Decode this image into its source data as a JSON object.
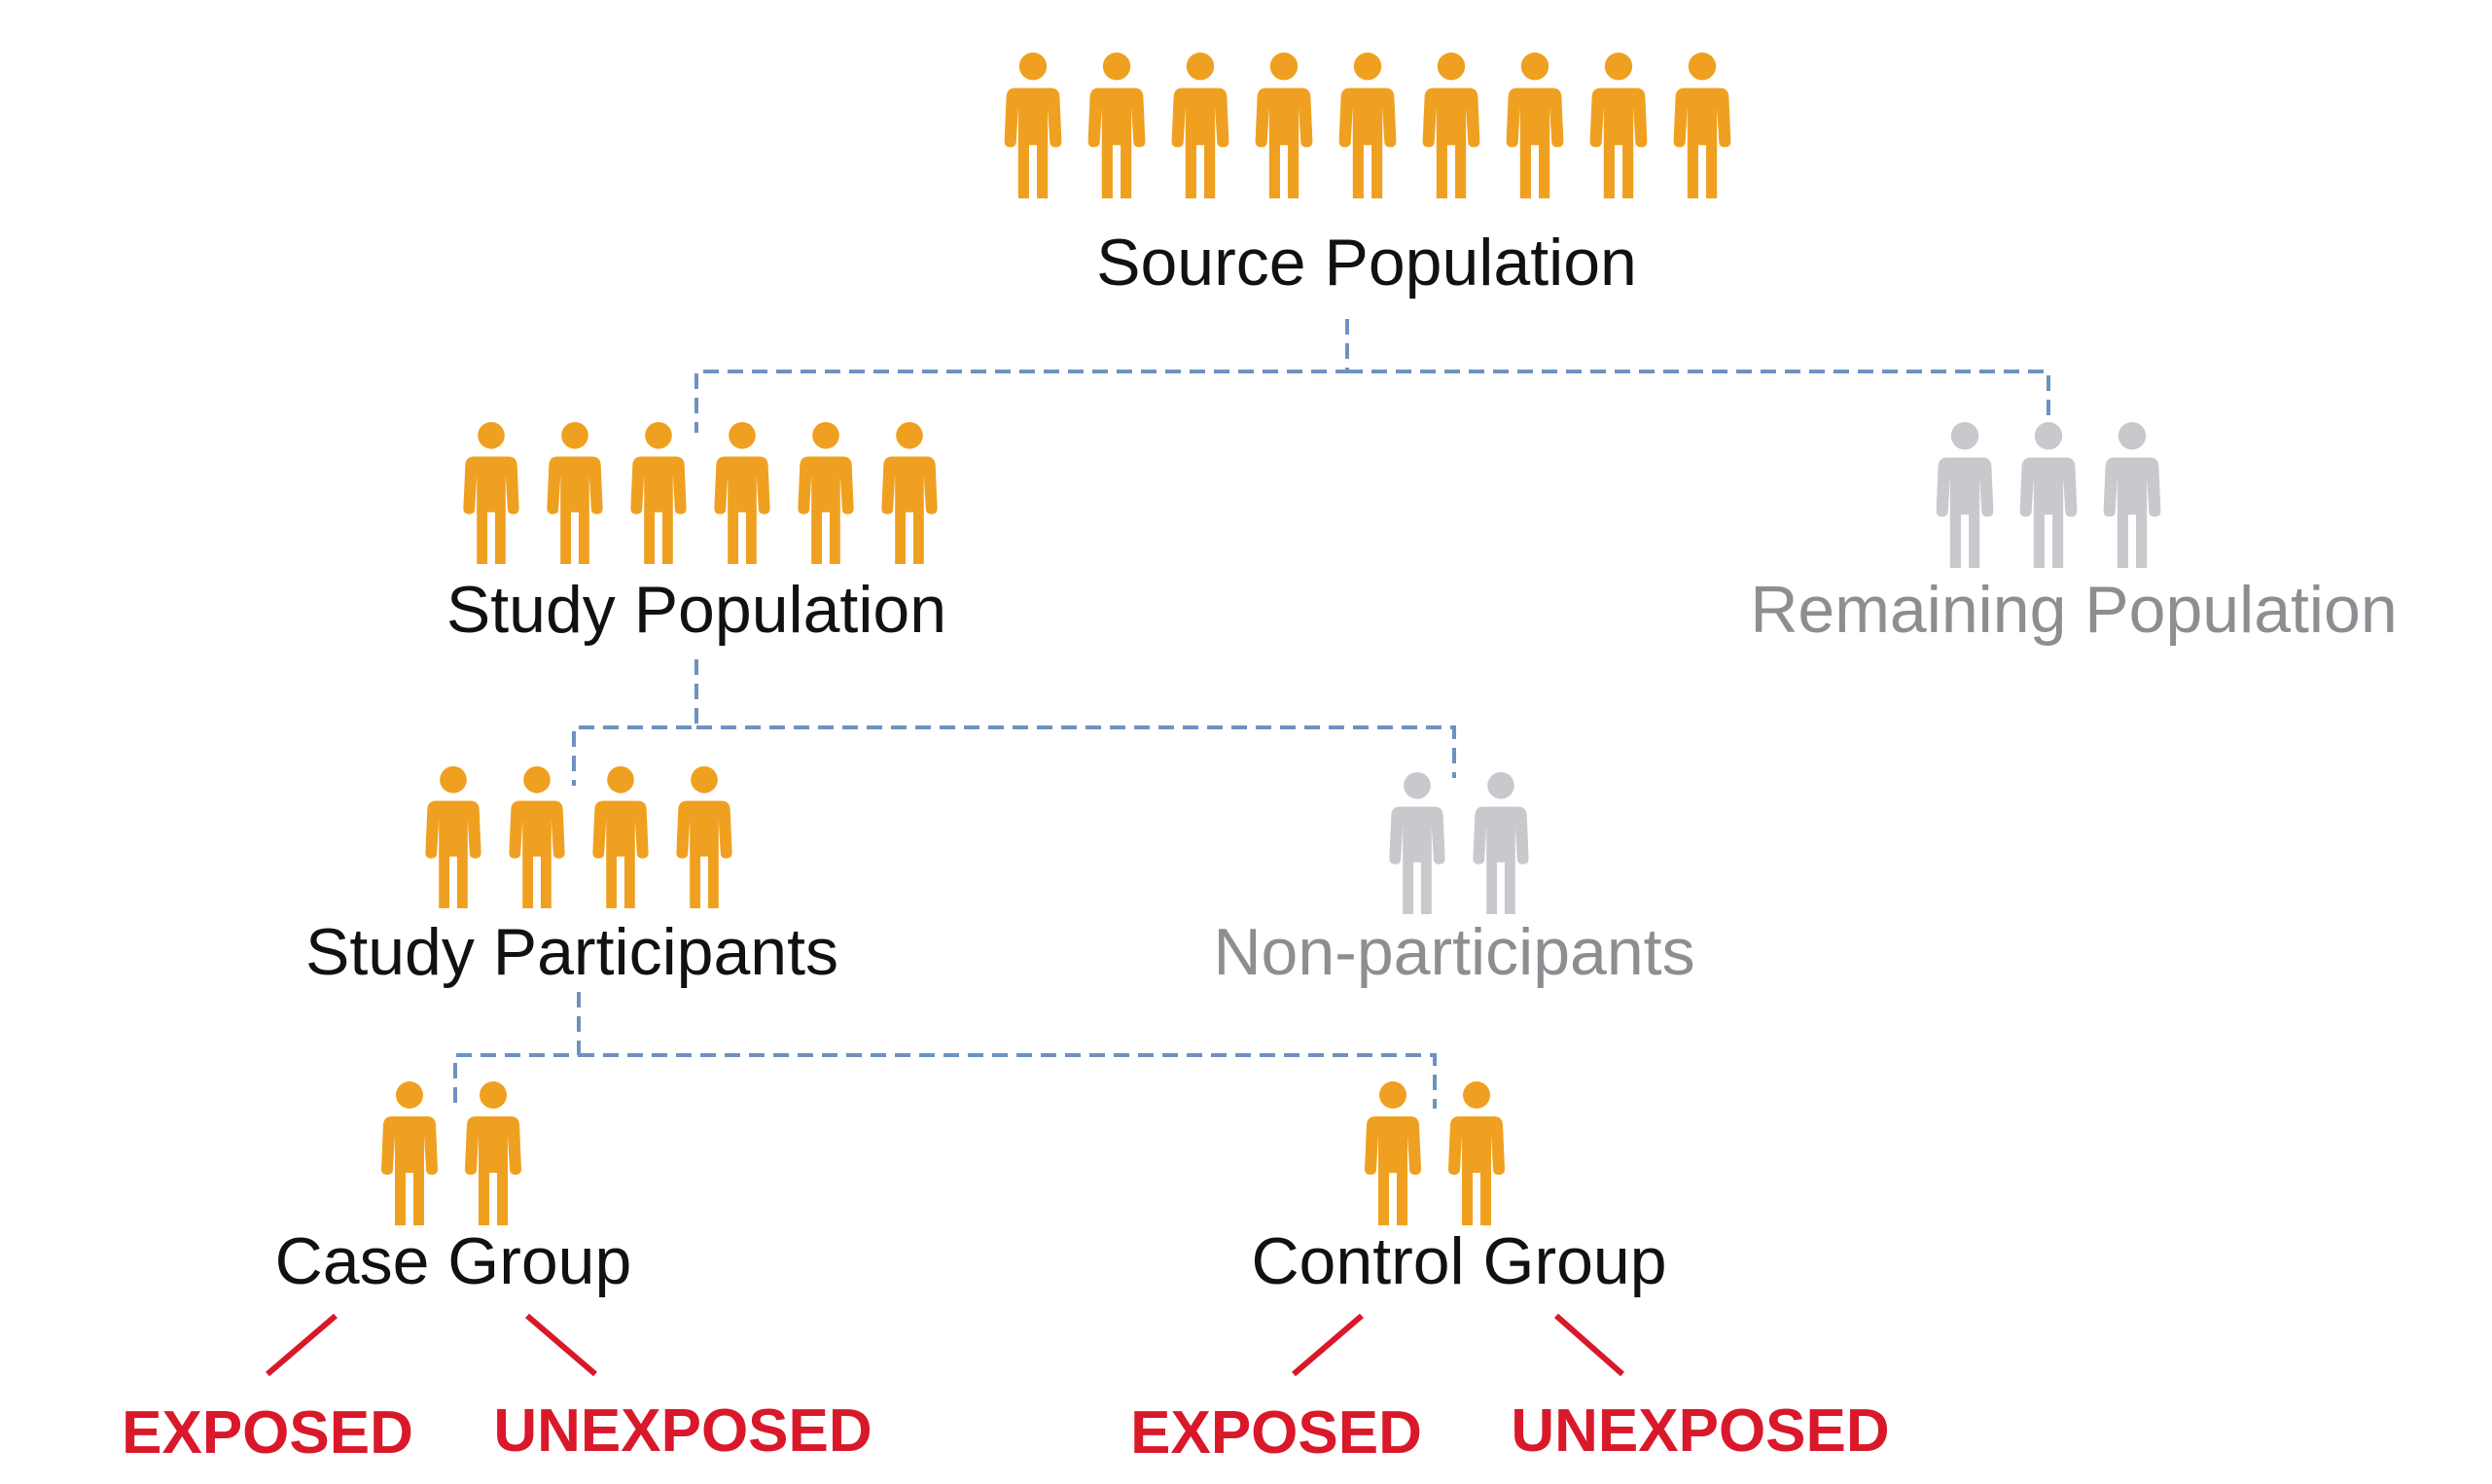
{
  "colors": {
    "included": "#F0A020",
    "excluded": "#C9C9CD",
    "connector": "#6E92C0",
    "exposure": "#D9182A",
    "label_dark": "#111111",
    "label_muted": "#8D8D92"
  },
  "icon": "person-icon",
  "nodes": {
    "source": {
      "label": "Source Population",
      "count": 9,
      "status": "included"
    },
    "study": {
      "label": "Study Population",
      "count": 6,
      "status": "included"
    },
    "remaining": {
      "label": "Remaining Population",
      "count": 3,
      "status": "excluded"
    },
    "participants": {
      "label": "Study Participants",
      "count": 4,
      "status": "included"
    },
    "nonparticipants": {
      "label": "Non-participants",
      "count": 2,
      "status": "excluded"
    },
    "case": {
      "label": "Case Group",
      "count": 2,
      "status": "included"
    },
    "control": {
      "label": "Control Group",
      "count": 2,
      "status": "included"
    }
  },
  "exposure": {
    "case_exposed": "EXPOSED",
    "case_unexposed": "UNEXPOSED",
    "control_exposed": "EXPOSED",
    "control_unexposed": "UNEXPOSED"
  }
}
